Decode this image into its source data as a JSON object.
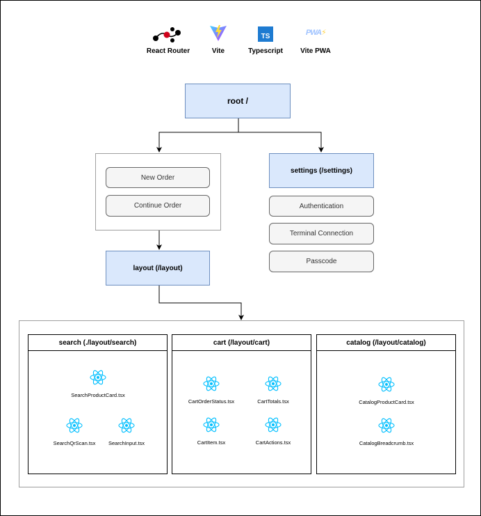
{
  "logos": [
    {
      "label": "React Router",
      "icon": "react-router-icon"
    },
    {
      "label": "Vite",
      "icon": "vite-icon"
    },
    {
      "label": "Typescript",
      "icon": "typescript-icon",
      "icon_text": "TS"
    },
    {
      "label": "Vite PWA",
      "icon": "vite-pwa-icon",
      "icon_text": "PWA"
    }
  ],
  "root": {
    "label": "root /"
  },
  "order_group": {
    "items": [
      "New Order",
      "Continue Order"
    ]
  },
  "settings": {
    "label": "settings (/settings)",
    "items": [
      "Authentication",
      "Terminal Connection",
      "Passcode"
    ]
  },
  "layout": {
    "label": "layout (/layout)"
  },
  "panels": {
    "search": {
      "title": "search (./layout/search)",
      "components": [
        "SearchProductCard.tsx",
        "SearchQrScan.tsx",
        "SearchInput.tsx"
      ]
    },
    "cart": {
      "title": "cart (/layout/cart)",
      "components": [
        "CartOrderStatus.tsx",
        "CartTotals.tsx",
        "CartItem.tsx",
        "CartActions.tsx"
      ]
    },
    "catalog": {
      "title": "catalog (/layout/catalog)",
      "components": [
        "CatalogProductCard.tsx",
        "CatalogBreadcrumb.tsx"
      ]
    }
  },
  "colors": {
    "blue_fill": "#dae8fc",
    "blue_stroke": "#6c8ebf",
    "gray_fill": "#f5f5f5",
    "react": "#00bfff",
    "react_router": "#d0021b",
    "typescript": "#1e7bd1"
  }
}
